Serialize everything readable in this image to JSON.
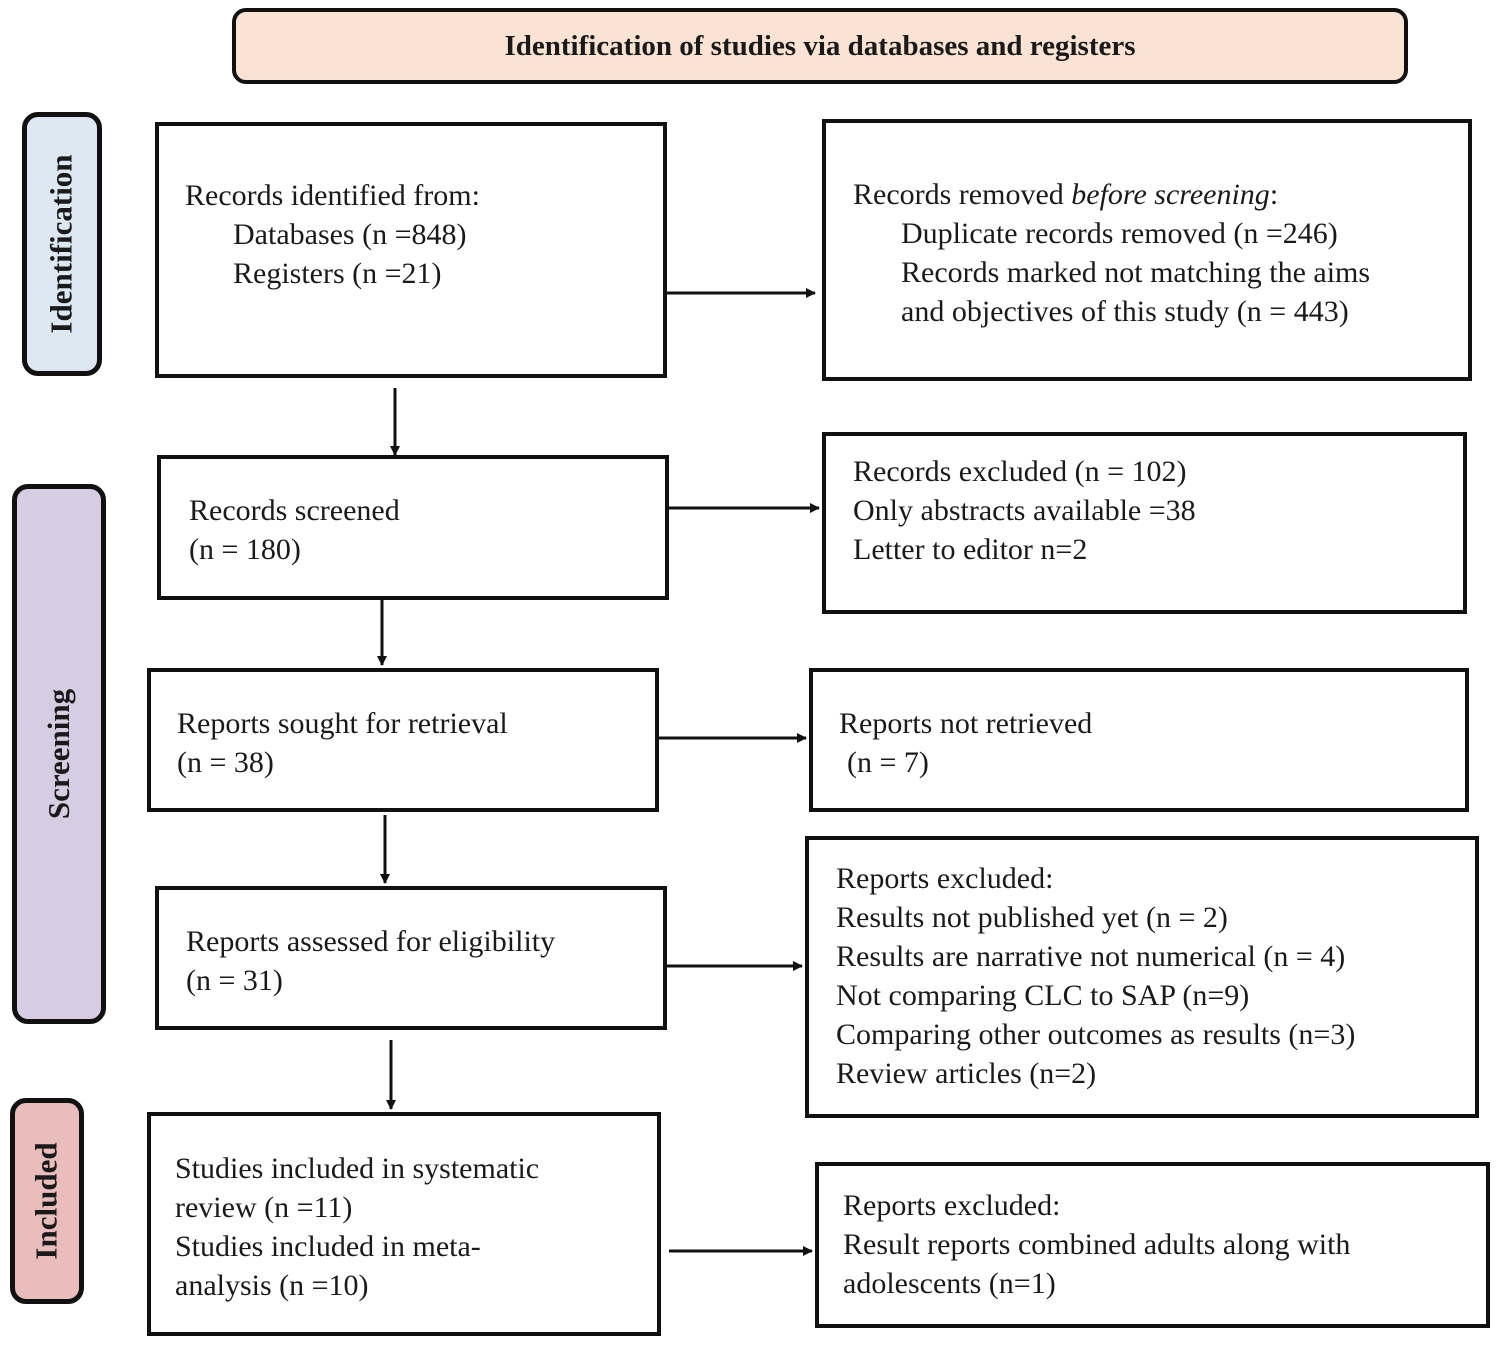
{
  "header": {
    "title": "Identification of studies via databases and registers",
    "bg": "#fbe3d4"
  },
  "phases": {
    "identification": {
      "label": "Identification",
      "bg": "#dde8f3"
    },
    "screening": {
      "label": "Screening",
      "bg": "#d6cde3"
    },
    "included": {
      "label": "Included",
      "bg": "#e8bdbb"
    }
  },
  "boxes": {
    "records_identified": {
      "title": "Records identified from:",
      "databases": "Databases (n =848)",
      "registers": "Registers (n =21)"
    },
    "records_removed": {
      "title_prefix": "Records removed ",
      "title_italic": "before screening",
      "title_suffix": ":",
      "duplicates": "Duplicate records removed (n =246)",
      "not_matching_1": "Records marked not matching the aims",
      "not_matching_2": "and objectives of this study (n = 443)"
    },
    "records_screened": {
      "line1": "Records screened",
      "line2": "(n = 180)"
    },
    "records_excluded": {
      "line1": "Records excluded (n = 102)",
      "line2": "Only abstracts available =38",
      "line3": "Letter to editor n=2"
    },
    "reports_sought": {
      "line1": "Reports sought for retrieval",
      "line2": "(n = 38)"
    },
    "reports_not_retrieved": {
      "line1": "Reports not retrieved",
      "line2": "(n = 7)"
    },
    "reports_assessed": {
      "line1": "Reports assessed for eligibility",
      "line2": "(n = 31)"
    },
    "reports_excluded_eligibility": {
      "line1": "Reports excluded:",
      "line2": "Results not published yet (n = 2)",
      "line3": "Results are narrative not numerical (n = 4)",
      "line4": "Not comparing CLC to SAP (n=9)",
      "line5": "Comparing other outcomes as results (n=3)",
      "line6": "Review articles (n=2)"
    },
    "studies_included": {
      "line1": "Studies included in systematic",
      "line2": "review (n =11)",
      "line3": "Studies included in meta-",
      "line4": "analysis (n =10)"
    },
    "reports_excluded_included": {
      "line1": "Reports excluded:",
      "line2": "Result reports combined adults along with",
      "line3": "adolescents (n=1)"
    }
  }
}
